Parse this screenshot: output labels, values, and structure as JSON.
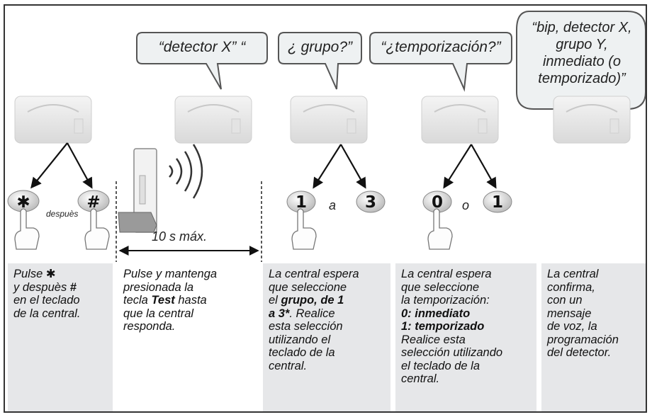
{
  "bubbles": {
    "b2": "“detector X” “",
    "b3": "¿ grupo?”",
    "b4": "“¿temporización?”",
    "b5": [
      "“bip, detector X,",
      "grupo Y,",
      "inmediato (o",
      "temporizado)”"
    ]
  },
  "keys": {
    "star": "✱",
    "hash": "#",
    "one": "1",
    "three": "3",
    "zero": "0",
    "one_b": "1"
  },
  "connectors": {
    "despues": "despuès",
    "a": "a",
    "o": "o"
  },
  "timer_label": "10 s máx.",
  "descriptions": {
    "d1": {
      "t1": "Pulse",
      "star": "✱",
      "t2": "y despuès",
      "hash": "#",
      "t3": "en el teclado",
      "t4": "de la central."
    },
    "d2": {
      "t1": "Pulse y mantenga",
      "t2": "presionada la",
      "t3a": "tecla",
      "t3b": "Test",
      "t3c": "hasta",
      "t4": "que la central",
      "t5": "responda."
    },
    "d3": {
      "t1": "La central espera",
      "t2": "que seleccione",
      "t3a": "el",
      "t3b": "grupo, de 1",
      "t4a": "a 3*",
      "t4b": ". Realice",
      "t5": "esta selección",
      "t6": "utilizando el",
      "t7": "teclado de la",
      "t8": "central."
    },
    "d4": {
      "t1": "La central espera",
      "t2": "que seleccione",
      "t3": "la temporización:",
      "t4": "0: inmediato",
      "t5": "1: temporizado",
      "t6": "Realice esta",
      "t7": "selección utilizando",
      "t8": "el teclado de la",
      "t9": "central."
    },
    "d5": {
      "t1": "La central",
      "t2": "confirma,",
      "t3": "con un",
      "t4": "mensaje",
      "t5": "de voz, la",
      "t6": "programación",
      "t7": "del detector."
    }
  }
}
